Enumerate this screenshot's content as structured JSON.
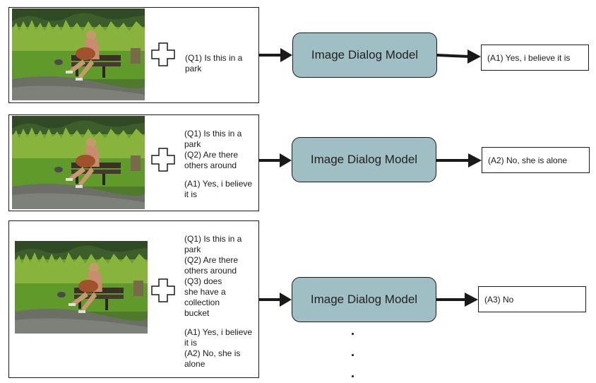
{
  "model_label": "Image Dialog Model",
  "rows": [
    {
      "questions": [
        "(Q1) Is this in a park"
      ],
      "history": [],
      "answer": "(A1) Yes, i believe it is"
    },
    {
      "questions": [
        "(Q1) Is this in a park",
        "(Q2) Are there others around"
      ],
      "history": [
        "(A1) Yes, i believe it is"
      ],
      "answer": "(A2) No, she is alone"
    },
    {
      "questions": [
        "(Q1) Is this in a park",
        "(Q2) Are there others around",
        "(Q3) does she have a collection bucket"
      ],
      "history": [
        "(A1) Yes, i believe it is",
        "(A2) No, she is alone"
      ],
      "answer": "(A3) No"
    }
  ],
  "continuation": ".",
  "colors": {
    "model_fill": "#9fbfc4",
    "stroke": "#1a1a1a"
  }
}
